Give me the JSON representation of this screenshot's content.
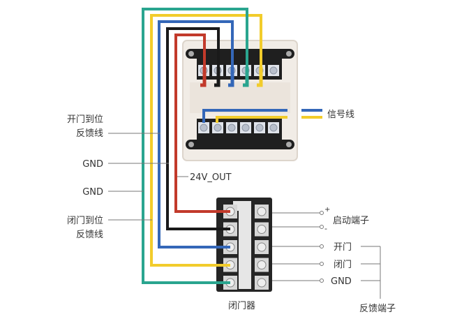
{
  "diagram": {
    "title": "闭门器与监控模块接线图",
    "colors": {
      "teal": "#2aa58f",
      "yellow": "#f2cc2b",
      "blue": "#3467b8",
      "black": "#1a1a1a",
      "red": "#c23a2b",
      "leader": "#777777",
      "module_body": "#f1ece6",
      "terminal": "#1f1f1f"
    },
    "left_labels": [
      {
        "id": "open-feedback",
        "line1": "开门到位",
        "line2": "反馈线"
      },
      {
        "id": "gnd-1",
        "line1": "GND"
      },
      {
        "id": "gnd-2",
        "line1": "GND"
      },
      {
        "id": "close-feedback",
        "line1": "闭门到位",
        "line2": "反馈线"
      }
    ],
    "power_label": "24V_OUT",
    "signal_label": "信号线",
    "closer_label": "闭门器",
    "start_terminal": {
      "label": "启动端子",
      "plus": "+",
      "minus": "-"
    },
    "feedback_terminals": {
      "items": [
        "开门",
        "闭门",
        "GND"
      ],
      "group_label": "反馈端子"
    },
    "module_terminal_count": 6,
    "closer_terminal_rows": 5
  }
}
